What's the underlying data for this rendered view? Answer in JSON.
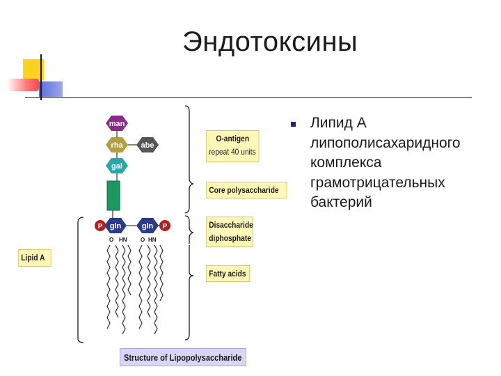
{
  "slide": {
    "title": "Эндотоксины"
  },
  "bullet": {
    "icon": "square-bullet-icon",
    "lines": [
      "Липид А",
      "липополисахаридного",
      "комплекса",
      "грамотрицательных",
      "бактерий"
    ]
  },
  "diagram": {
    "sugars": {
      "man": "man",
      "rha": "rha",
      "abe": "abe",
      "gal": "gal",
      "gln_left": "gln",
      "gln_right": "gln",
      "phosphate": "P"
    },
    "atoms": {
      "o": "O",
      "hn": "HN"
    },
    "labels": {
      "o_antigen_line1": "O-antigen",
      "o_antigen_line2": "repeat 40 units",
      "core": "Core polysaccharide",
      "disaccharide_line1": "Disaccharide",
      "disaccharide_line2": "diphosphate",
      "fatty_acids": "Fatty acids",
      "lipid_a": "Lipid A"
    },
    "caption": "Structure of Lipopolysaccharide"
  },
  "colors": {
    "man": "#8a2a8a",
    "rha": "#b0a040",
    "abe": "#555555",
    "gal": "#2aa8a8",
    "core": "#1a9a60",
    "gln": "#2a3a8c",
    "phosphate": "#b02020",
    "label_bg": "#fff7b8",
    "caption_bg": "#d8d6f4",
    "bullet": "#1f2a6b"
  }
}
